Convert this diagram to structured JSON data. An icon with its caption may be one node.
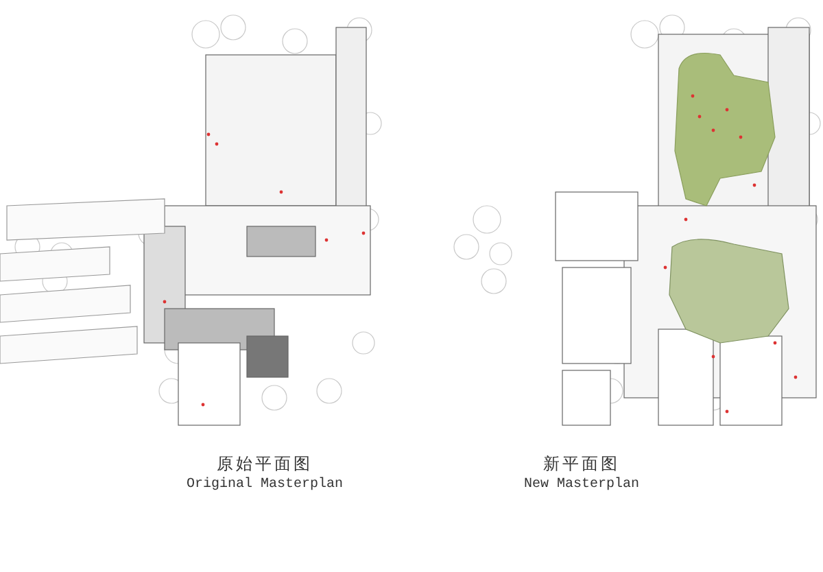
{
  "diagram": {
    "labels": [
      "原始平面图",
      "Original Masterplan",
      "新平面图",
      "New Masterplan"
    ]
  }
}
